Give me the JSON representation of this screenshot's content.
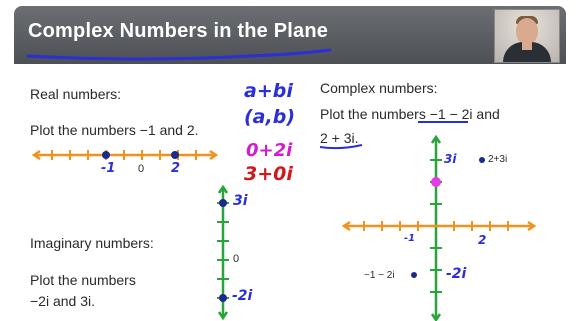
{
  "header": {
    "title": "Complex Numbers in the Plane"
  },
  "left": {
    "real_heading": "Real numbers:",
    "real_instruction": "Plot the numbers −1 and 2.",
    "real_axis_labels": {
      "neg1": "-1",
      "zero": "0",
      "two": "2"
    },
    "imag_heading": "Imaginary numbers:",
    "imag_instruction_line1": "Plot the numbers",
    "imag_instruction_line2": "−2i and 3i.",
    "imag_axis_labels": {
      "three_i": "3i",
      "zero": "0",
      "neg_two_i": "-2i"
    }
  },
  "handwriting": {
    "line1": "a+bi",
    "line2": "(a,b)",
    "line3": "0+2i",
    "line4": "3+0i",
    "color_blue": "#2a2fd6",
    "color_magenta": "#d21cd2",
    "color_red": "#d0191c"
  },
  "right": {
    "complex_heading": "Complex numbers:",
    "complex_instruction_line1": "Plot the numbers −1 − 2i and",
    "complex_instruction_line2": "2 + 3i.",
    "plane_labels": {
      "three_i": "3i",
      "point_2_3i": "2+3i",
      "neg1": "-1",
      "two": "2",
      "point_neg1_neg2i": "−1 − 2i",
      "neg_two_i": "-2i"
    }
  },
  "colors": {
    "axis_orange": "#f0921c",
    "axis_green": "#28a43a",
    "point_navy": "#1d2a8c",
    "point_magenta": "#e63be6",
    "pen_blue": "#2a2fd6"
  }
}
